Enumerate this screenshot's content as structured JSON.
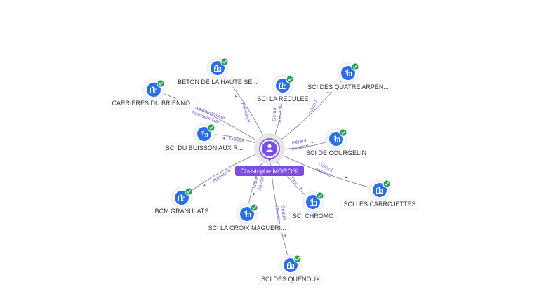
{
  "center": {
    "name": "Christophe MORONI",
    "icon": "person-icon"
  },
  "companies": [
    {
      "id": "carrieres",
      "name": "CARRIERES DU BRIENNO...",
      "icon": "company-building-icon",
      "status": "active"
    },
    {
      "id": "beton",
      "name": "BETON DE LA HAUTE SE...",
      "icon": "company-building-icon",
      "status": "active"
    },
    {
      "id": "reculee",
      "name": "SCI LA RECULEE",
      "icon": "company-building-icon",
      "status": "active"
    },
    {
      "id": "quatre",
      "name": "SCI DES QUATRE ARPEN...",
      "icon": "company-building-icon",
      "status": "active"
    },
    {
      "id": "buisson",
      "name": "SCI DU BUISSON AUX R...",
      "icon": "company-building-icon",
      "status": "active"
    },
    {
      "id": "courgelin",
      "name": "SCI DE COURGELIN",
      "icon": "company-building-icon",
      "status": "active"
    },
    {
      "id": "carrojettes",
      "name": "SCI LES CARROJETTES",
      "icon": "company-building-icon",
      "status": "active"
    },
    {
      "id": "bcm",
      "name": "BCM GRANULATS",
      "icon": "company-building-icon",
      "status": "active"
    },
    {
      "id": "chromo",
      "name": "SCI CHROMO",
      "icon": "company-building-icon",
      "status": "active"
    },
    {
      "id": "croix",
      "name": "SCI LA CROIX MAGUERI...",
      "icon": "company-building-icon",
      "status": "active"
    },
    {
      "id": "quenoux",
      "name": "SCI DES QUENOUX",
      "icon": "company-building-icon",
      "status": "active"
    }
  ],
  "relations": [
    {
      "to": "carrieres",
      "lines": [
        "Administrateur",
        "Directeur Gén..."
      ]
    },
    {
      "to": "beton",
      "lines": [
        "Président"
      ]
    },
    {
      "to": "reculee",
      "lines": [
        "Gérant",
        "Associé"
      ]
    },
    {
      "to": "quatre",
      "lines": [
        "Gérant"
      ]
    },
    {
      "to": "buisson",
      "lines": [
        "Gérant"
      ]
    },
    {
      "to": "courgelin",
      "lines": [
        "Gérant",
        "Associé"
      ]
    },
    {
      "to": "carrojettes",
      "lines": [
        "Gérant",
        "Associé"
      ]
    },
    {
      "to": "bcm",
      "lines": [
        "Président"
      ]
    },
    {
      "to": "chromo",
      "lines": [
        "Gérant"
      ]
    },
    {
      "to": "croix",
      "lines": [
        "Gérant",
        "Associé"
      ]
    },
    {
      "to": "quenoux",
      "lines": [
        "Gérant",
        "Associé"
      ]
    }
  ],
  "colors": {
    "company_node": "#2a6ee8",
    "center_node": "#7c4ee0",
    "active_badge": "#1fa04a",
    "relation_text": "#6f5fd0"
  }
}
